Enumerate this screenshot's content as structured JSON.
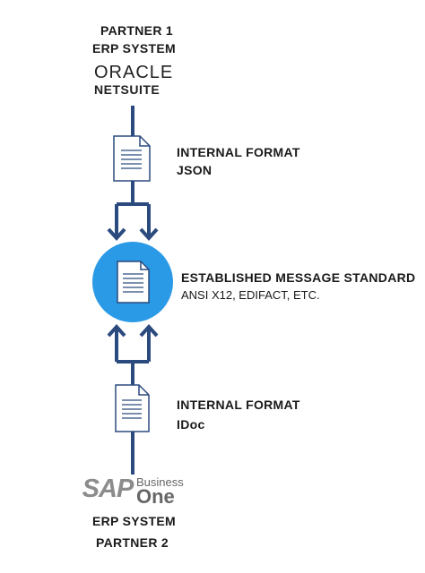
{
  "top_partner": {
    "line1": "PARTNER 1",
    "line2": "ERP SYSTEM"
  },
  "oracle_logo": {
    "word1": "ORACLE",
    "word2": "NETSUITE"
  },
  "format_top": {
    "title": "INTERNAL FORMAT",
    "value": "JSON"
  },
  "standard": {
    "title": "ESTABLISHED MESSAGE STANDARD",
    "subtitle": "ANSI X12, EDIFACT, ETC."
  },
  "format_bottom": {
    "title": "INTERNAL FORMAT",
    "value": "IDoc"
  },
  "sap_logo": {
    "word1": "SAP",
    "word2": "Business",
    "word3": "One"
  },
  "bottom_partner": {
    "line1": "ERP SYSTEM",
    "line2": "PARTNER 2"
  },
  "colors": {
    "line": "#2b4a7e",
    "circle": "#2b9ae6",
    "doc_stroke": "#2b4a7e",
    "sap_gray": "#8c8c8c"
  },
  "icons": [
    "document-icon",
    "document-icon",
    "document-icon",
    "arrow-down-icon",
    "arrow-up-icon"
  ]
}
